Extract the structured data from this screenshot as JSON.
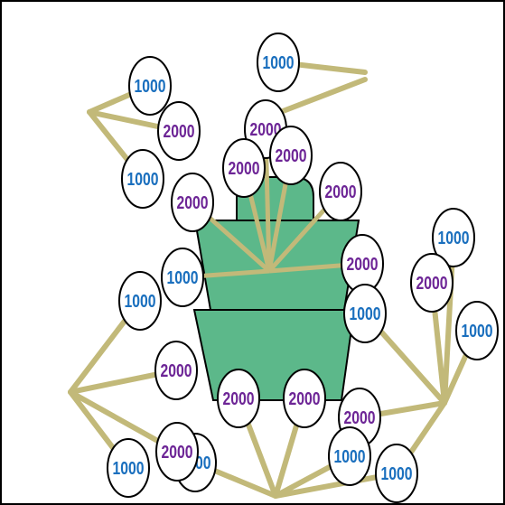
{
  "colors": {
    "background": "#ffffff",
    "frame": "#000000",
    "string": "#c2b979",
    "basket_fill": "#5cb88a",
    "basket_stroke": "#000000",
    "balloon_fill": "#ffffff",
    "balloon_stroke": "#000000",
    "value_1000": "#1a6fbe",
    "value_2000": "#6d2596"
  },
  "balloons": [
    {
      "value": "1000"
    },
    {
      "value": "1000"
    },
    {
      "value": "2000"
    },
    {
      "value": "1000"
    },
    {
      "value": "2000"
    },
    {
      "value": "2000"
    },
    {
      "value": "2000"
    },
    {
      "value": "2000"
    },
    {
      "value": "2000"
    },
    {
      "value": "1000"
    },
    {
      "value": "1000"
    },
    {
      "value": "2000"
    },
    {
      "value": "1000"
    },
    {
      "value": "2000"
    },
    {
      "value": "1000"
    },
    {
      "value": "1000"
    },
    {
      "value": "2000"
    },
    {
      "value": "2000"
    },
    {
      "value": "2000"
    },
    {
      "value": "2000"
    },
    {
      "value": "1000"
    },
    {
      "value": "2000"
    },
    {
      "value": "1000"
    },
    {
      "value": "1000"
    },
    {
      "value": "1000"
    }
  ]
}
